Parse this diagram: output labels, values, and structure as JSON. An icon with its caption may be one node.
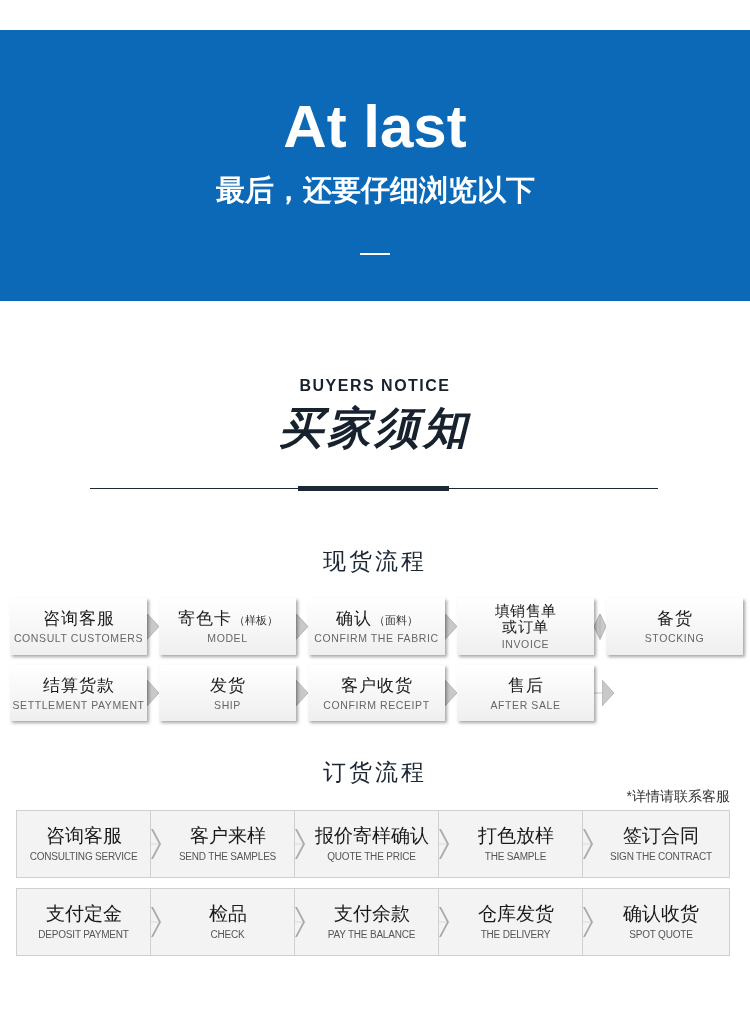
{
  "diagram": {
    "title": "At last",
    "labels": [
      "最后，还要仔细浏览以下",
      "BUYERS NOTICE",
      "买家须知",
      "现货流程",
      "订货流程",
      "*详情请联系客服"
    ],
    "nodes": [
      {
        "text": [
          "咨询客服",
          "CONSULT CUSTOMERS"
        ]
      },
      {
        "text": [
          "寄色卡",
          "（样板）",
          "MODEL"
        ]
      },
      {
        "text": [
          "确认",
          "（面料）",
          "CONFIRM THE FABRIC"
        ]
      },
      {
        "text": [
          "填销售单或订单",
          "INVOICE"
        ]
      },
      {
        "text": [
          "备货",
          "STOCKING"
        ]
      },
      {
        "text": [
          "结算货款",
          "SETTLEMENT PAYMENT"
        ]
      },
      {
        "text": [
          "发货",
          "SHIP"
        ]
      },
      {
        "text": [
          "客户收货",
          "CONFIRM RECEIPT"
        ]
      },
      {
        "text": [
          "售后",
          "AFTER SALE"
        ]
      },
      {
        "text": [
          "咨询客服",
          "CONSULTING SERVICE"
        ]
      },
      {
        "text": [
          "客户来样",
          "SEND THE SAMPLES"
        ]
      },
      {
        "text": [
          "报价寄样确认",
          "QUOTE THE PRICE"
        ]
      },
      {
        "text": [
          "打色放样",
          "THE SAMPLE"
        ]
      },
      {
        "text": [
          "签订合同",
          "SIGN THE CONTRACT"
        ]
      },
      {
        "text": [
          "支付定金",
          "DEPOSIT PAYMENT"
        ]
      },
      {
        "text": [
          "检品",
          "CHECK"
        ]
      },
      {
        "text": [
          "支付余款",
          "PAY THE BALANCE"
        ]
      },
      {
        "text": [
          "仓库发货",
          "THE DELIVERY"
        ]
      },
      {
        "text": [
          "确认收货",
          "SPOT QUOTE"
        ]
      }
    ],
    "edges": [
      {
        "from": 0,
        "to": 1,
        "arrow": "to"
      },
      {
        "from": 1,
        "to": 2,
        "arrow": "to"
      },
      {
        "from": 2,
        "to": 3,
        "arrow": "to"
      },
      {
        "from": 3,
        "to": 4,
        "arrow": "both"
      },
      {
        "from": 5,
        "to": 6,
        "arrow": "to"
      },
      {
        "from": 6,
        "to": 7,
        "arrow": "to"
      },
      {
        "from": 7,
        "to": 8,
        "arrow": "to"
      },
      {
        "from": 8,
        "to": null,
        "arrow": "to"
      },
      {
        "from": 9,
        "to": 10,
        "arrow": "to"
      },
      {
        "from": 10,
        "to": 11,
        "arrow": "to"
      },
      {
        "from": 11,
        "to": 12,
        "arrow": "to"
      },
      {
        "from": 12,
        "to": 13,
        "arrow": "to"
      },
      {
        "from": 14,
        "to": 15,
        "arrow": "to"
      },
      {
        "from": 15,
        "to": 16,
        "arrow": "to"
      },
      {
        "from": 16,
        "to": 17,
        "arrow": "to"
      },
      {
        "from": 17,
        "to": 18,
        "arrow": "to"
      }
    ]
  }
}
